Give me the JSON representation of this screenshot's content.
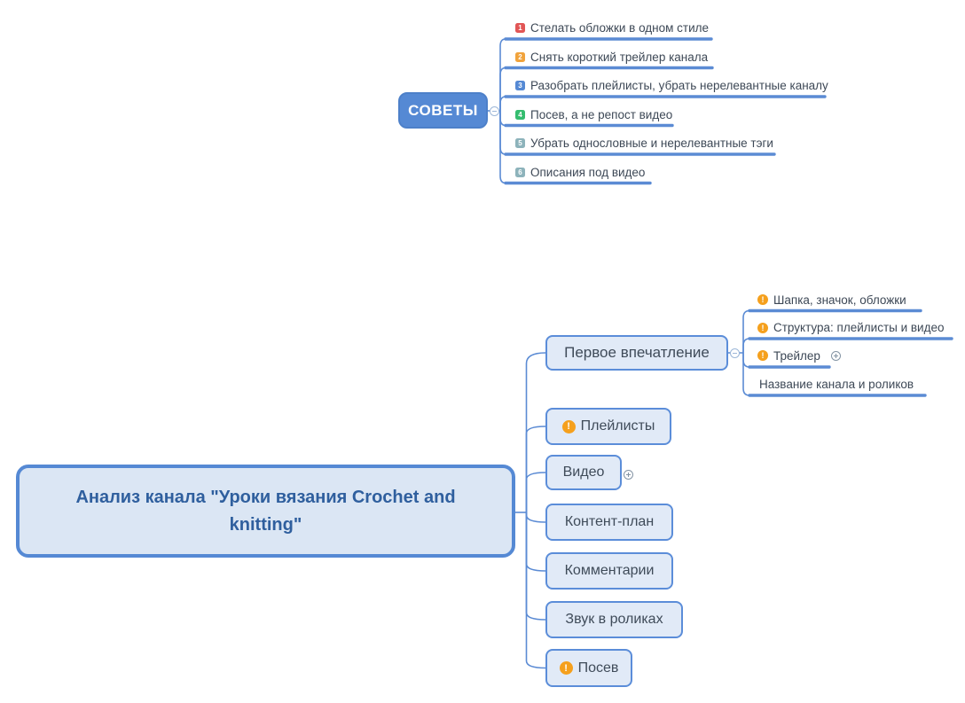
{
  "palette": {
    "connector_blue": "#5b8bd4",
    "root_topic_fill": "#5589d4",
    "central_fill": "#dbe6f4",
    "central_border": "#5589d4",
    "central_text": "#2f5f9e",
    "branch_fill": "#e1eaf7",
    "branch_border": "#5b8dd9",
    "topic_text": "#3d4856",
    "warning_orange": "#f5a01d",
    "badge_red": "#e15656",
    "badge_amber": "#f1a33c",
    "badge_blue": "#5589d4",
    "badge_green": "#35bd6f",
    "badge_teal": "#8db3bb"
  },
  "icons": {
    "warning": "!",
    "collapse": "−",
    "expand": "+"
  },
  "floating_topic": {
    "label": "СОВЕТЫ",
    "children": [
      {
        "num": "1",
        "badge_color": "#e15656",
        "label": "Стелать обложки в одном стиле"
      },
      {
        "num": "2",
        "badge_color": "#f1a33c",
        "label": "Снять короткий трейлер канала"
      },
      {
        "num": "3",
        "badge_color": "#5589d4",
        "label": "Разобрать плейлисты, убрать нерелевантные каналу"
      },
      {
        "num": "4",
        "badge_color": "#35bd6f",
        "label": "Посев, а не репост видео"
      },
      {
        "num": "5",
        "badge_color": "#8db3bb",
        "label": "Убрать однословные и нерелевантные тэги"
      },
      {
        "num": "6",
        "badge_color": "#8db3bb",
        "label": "Описания под видео"
      }
    ]
  },
  "central_topic": {
    "label": "Анализ канала \"Уроки вязания Crochet and knitting\""
  },
  "branches": [
    {
      "label": "Первое впечатление",
      "children": [
        {
          "label": "Шапка, значок, обложки",
          "warning": true
        },
        {
          "label": "Структура: плейлисты и видео",
          "warning": true
        },
        {
          "label": "Трейлер",
          "warning": true,
          "collapsed_children": true
        },
        {
          "label": "Название канала и роликов",
          "warning": false
        }
      ]
    },
    {
      "label": "Плейлисты",
      "warning": true
    },
    {
      "label": "Видео",
      "collapsed_children": true
    },
    {
      "label": "Контент-план"
    },
    {
      "label": "Комментарии"
    },
    {
      "label": "Звук в роликах"
    },
    {
      "label": "Посев",
      "warning": true
    }
  ]
}
